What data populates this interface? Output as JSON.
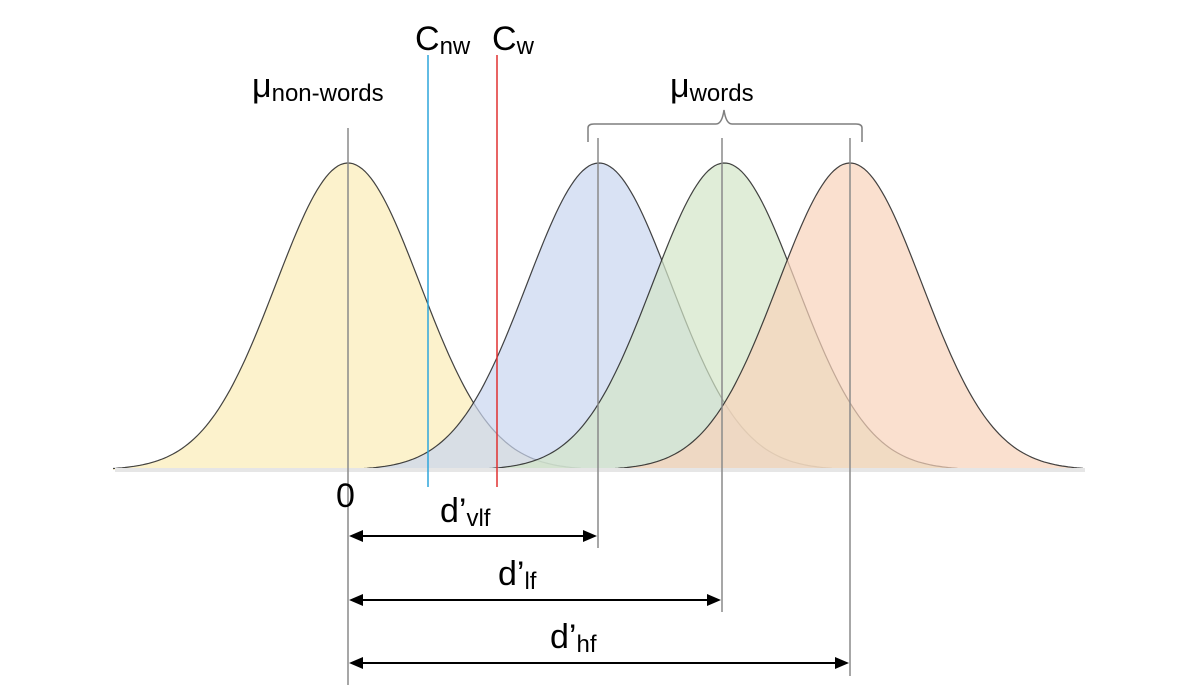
{
  "labels": {
    "mu_nonwords_base": "μ",
    "mu_nonwords_sub": "non-words",
    "mu_words_base": "μ",
    "mu_words_sub": "words",
    "c_nw_base": "C",
    "c_nw_sub": "nw",
    "c_w_base": "C",
    "c_w_sub": "w",
    "zero": "0",
    "d_vlf_base": "d’",
    "d_vlf_sub": "vlf",
    "d_lf_base": "d’",
    "d_lf_sub": "lf",
    "d_hf_base": "d’",
    "d_hf_sub": "hf"
  },
  "distributions": [
    {
      "id": "non-words",
      "mean": 0,
      "fill": "#fbecb6"
    },
    {
      "id": "vlf",
      "mean": 1,
      "fill": "#c9d6ef"
    },
    {
      "id": "lf",
      "mean": 1.5,
      "fill": "#d3e6c7"
    },
    {
      "id": "hf",
      "mean": 2,
      "fill": "#f8d3bb"
    }
  ],
  "criteria": [
    {
      "id": "c-nw",
      "color": "#2ea6dc"
    },
    {
      "id": "c-w",
      "color": "#e03030"
    }
  ]
}
